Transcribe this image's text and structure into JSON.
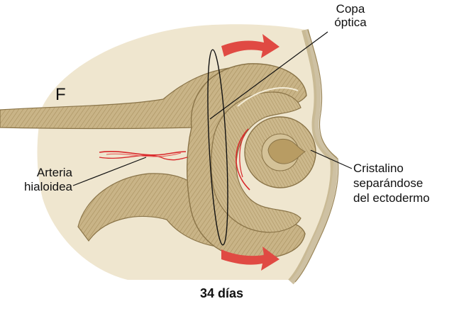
{
  "labels": {
    "copa_optica_1": "Copa",
    "copa_optica_2": "óptica",
    "f": "F",
    "arteria_1": "Arteria",
    "arteria_2": "hialoidea",
    "cristalino_1": "Cristalino",
    "cristalino_2": "separándose",
    "cristalino_3": "del ectodermo",
    "caption": "34 días"
  },
  "colors": {
    "background_tissue": "#efe6cf",
    "tissue_fill": "#c9b487",
    "tissue_stroke": "#8a7448",
    "striation": "#a38b5c",
    "lens_nucleus": "#b89c63",
    "artery": "#d8282a",
    "arrow": "#e04a43",
    "line": "#111111"
  }
}
